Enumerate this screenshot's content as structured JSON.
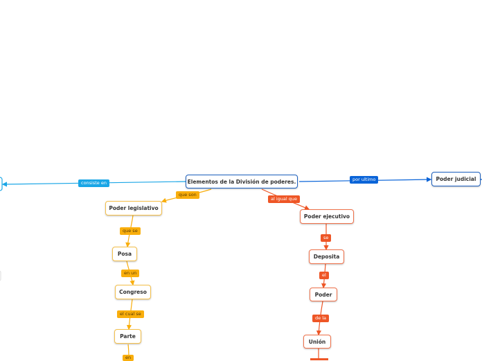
{
  "colors": {
    "root": "#1b5fbf",
    "yellow": "#f9ae0c",
    "red": "#ee5626",
    "blue": "#0a64d8",
    "cyan": "#1aa6e6"
  },
  "root": {
    "text": "Elementos de la División de poderes."
  },
  "branches": {
    "left": {
      "label": "consiste en"
    },
    "legislative": {
      "label": "que son",
      "nodes": [
        "Poder legislativo",
        "Posa",
        "Congreso",
        "Parte"
      ],
      "links": [
        "que se",
        "en un",
        "el cual se",
        "en"
      ]
    },
    "executive": {
      "label": "al igual que",
      "nodes": [
        "Poder ejecutivo",
        "Deposita",
        "Poder",
        "Unión"
      ],
      "links": [
        "se",
        "el",
        "de la"
      ]
    },
    "judicial": {
      "label": "por ultimo",
      "node": "Poder judicial"
    }
  }
}
